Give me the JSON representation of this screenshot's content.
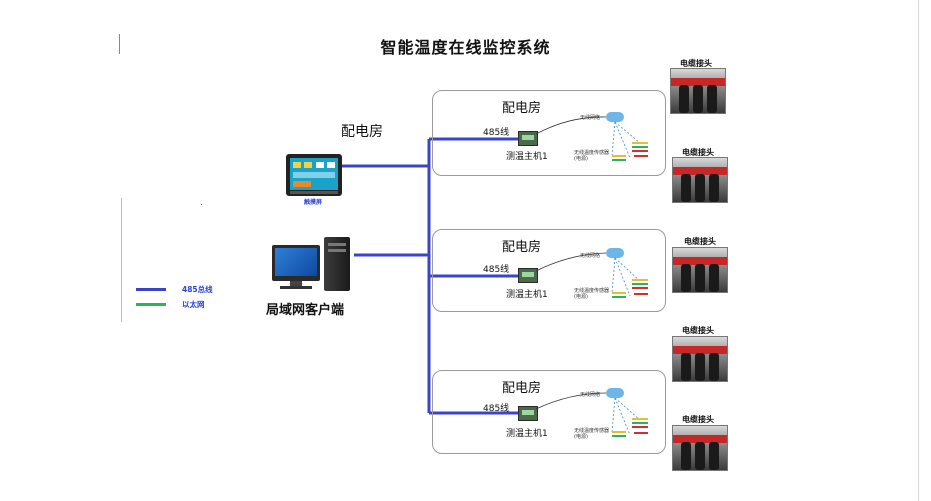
{
  "title": "智能温度在线监控系统",
  "left_room_label": "配电房",
  "touchscreen_label": "触摸屏",
  "client_label": "局域网客户端",
  "legend": {
    "items": [
      {
        "label": "485总线",
        "color": "#2b43d6"
      },
      {
        "label": "以太网",
        "color": "#2fb35a"
      }
    ]
  },
  "rooms": [
    {
      "name": "配电房",
      "bus_label": "485线",
      "host_label": "测温主机1",
      "wireless_label": "无线网络",
      "sensor_label": "无线温度传感器(电源)"
    },
    {
      "name": "配电房",
      "bus_label": "485线",
      "host_label": "测温主机1",
      "wireless_label": "无线网络",
      "sensor_label": "无线温度传感器(电源)"
    },
    {
      "name": "配电房",
      "bus_label": "485线",
      "host_label": "测温主机1",
      "wireless_label": "无线网络",
      "sensor_label": "无线温度传感器(电源)"
    }
  ],
  "photos": [
    {
      "label": "电缆接头"
    },
    {
      "label": "电缆接头"
    },
    {
      "label": "电缆接头"
    },
    {
      "label": "电缆接头"
    },
    {
      "label": "电缆接头"
    }
  ],
  "colors": {
    "bus": "#3a44c8",
    "ethernet": "#2fb35a",
    "box": "#9a9a9a"
  }
}
